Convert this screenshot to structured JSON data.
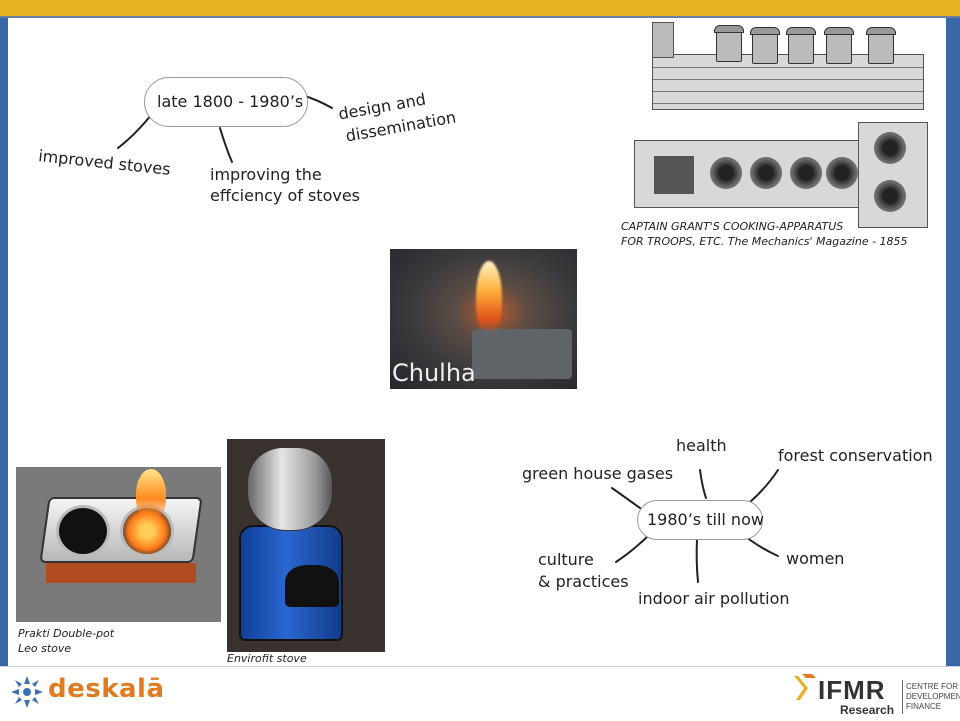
{
  "mindmap_top": {
    "center": "late 1800 - 1980’s",
    "branch_left": "improved stoves",
    "branch_bottom_line1": "improving the",
    "branch_bottom_line2": "effciency of stoves",
    "branch_right_line1": "design and",
    "branch_right_line2": "dissemination"
  },
  "historic_figure": {
    "caption_line1": "CAPTAIN GRANT'S COOKING-APPARATUS",
    "caption_line2": "FOR TROOPS, ETC. The Mechanics' Magazine - 1855"
  },
  "photos": {
    "chulha_label": "Chulha",
    "prakti_caption_line1": "Prakti Double-pot",
    "prakti_caption_line2": "Leo stove",
    "envirofit_caption": "Envirofit stove"
  },
  "mindmap_bottom": {
    "center": "1980’s till now",
    "health": "health",
    "green_house": "green house gases",
    "forest": "forest conservation",
    "women": "women",
    "culture_line1": "culture",
    "culture_line2": "& practices",
    "indoor": "indoor air pollution"
  },
  "footer": {
    "deskala_name": "deskalā",
    "ifmr_name": "IFMR",
    "ifmr_sub": "Research",
    "ifmr_side_line1": "CENTRE FOR",
    "ifmr_side_line2": "DEVELOPMENT",
    "ifmr_side_line3": "FINANCE"
  },
  "colors": {
    "top_bar": "#e8b023",
    "side_bars": "#3868a8",
    "deskala_orange": "#e07b20"
  }
}
